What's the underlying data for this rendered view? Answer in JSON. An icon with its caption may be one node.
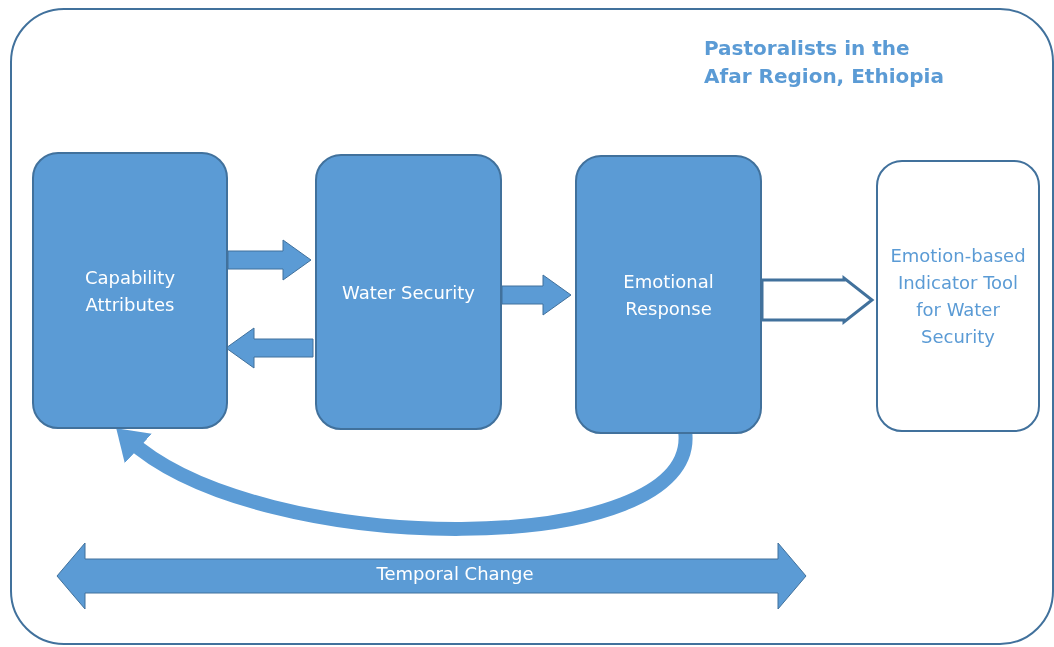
{
  "diagram": {
    "nodes": [
      {
        "text": [
          "Pastoralists in the Afar Region, Ethiopia"
        ]
      },
      {
        "text": [
          "Capability Attributes"
        ],
        "in": 0
      },
      {
        "text": [
          "Water Security"
        ],
        "in": 0
      },
      {
        "text": [
          "Emotional Response"
        ],
        "in": 0
      },
      {
        "text": [
          "Emotion-based Indicator Tool for Water Security"
        ],
        "in": 0
      }
    ],
    "edges": [
      {
        "from": 1,
        "to": 2,
        "arrow": "to"
      },
      {
        "from": 2,
        "to": 1,
        "arrow": "to"
      },
      {
        "from": 2,
        "to": 3,
        "arrow": "to"
      },
      {
        "from": 3,
        "to": 4,
        "arrow": "to",
        "color": "#ffffff"
      },
      {
        "from": 3,
        "to": 1,
        "arrow": "to"
      }
    ],
    "labels": [
      "Temporal Change"
    ]
  }
}
